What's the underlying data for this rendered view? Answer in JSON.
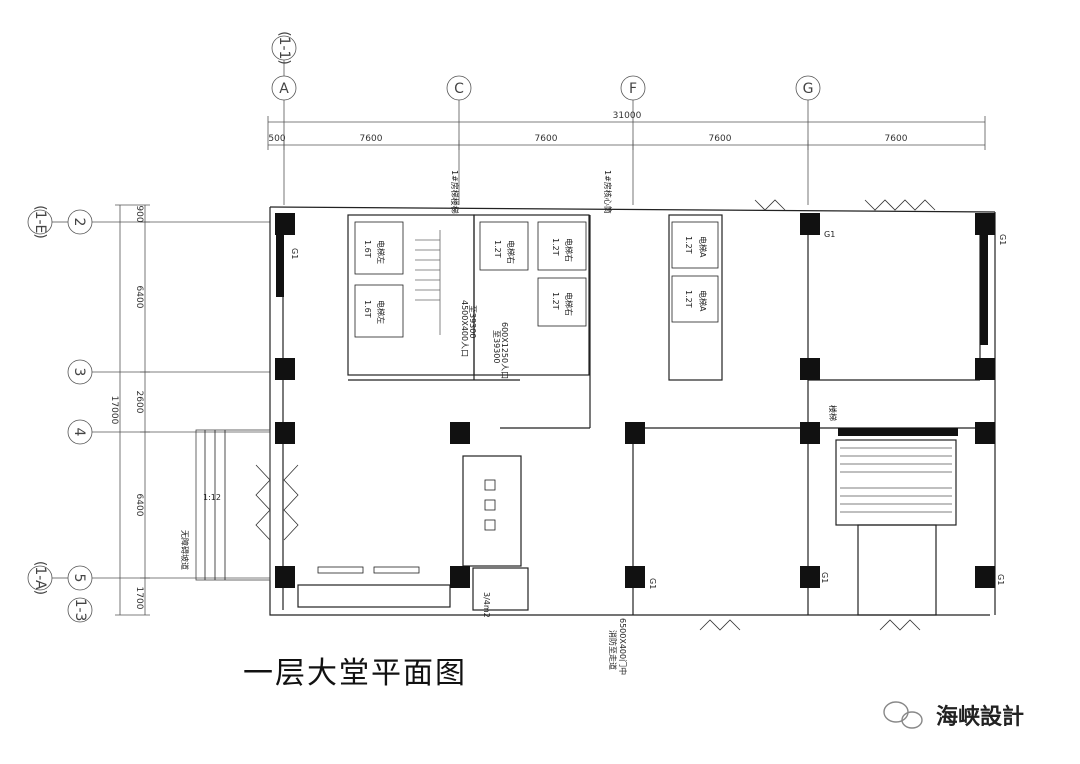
{
  "title": "一层大堂平面图",
  "watermark": "海峡設計",
  "top_grid": {
    "a_primary": "A",
    "a_secondary": "(1-1)",
    "c": "C",
    "f": "F",
    "g": "G"
  },
  "left_grid": {
    "r2": "2",
    "r2_sub": "(1-E)",
    "r3": "3",
    "r4": "4",
    "r5": "5",
    "r5_sub": "(1-A)",
    "r6": "1-3"
  },
  "top_dims": {
    "total": "31000",
    "d0": "500",
    "d1": "7600",
    "d2": "7600",
    "d3": "7600",
    "d4": "7600"
  },
  "left_dims": {
    "total": "17000",
    "d0": "900",
    "d1": "6400",
    "d2": "2600",
    "d3": "6400",
    "d4": "1700"
  },
  "labels": {
    "stair1": "1#房梯楼梯",
    "core1": "1#房核心筒",
    "elev_a": "电梯左",
    "elev_a_cap": "1.6T",
    "elev_b": "电梯左",
    "elev_b_cap": "1.6T",
    "elev_c": "电梯右",
    "elev_c_cap": "1.2T",
    "elev_d": "电梯右",
    "elev_d_cap": "1.2T",
    "elev_e": "电梯右",
    "elev_e_cap": "1.2T",
    "elev_f": "电梯A",
    "elev_f_cap": "1.2T",
    "elev_g": "电梯A",
    "elev_g_cap": "1.2T",
    "shaft1": "4500X400人口",
    "shaft1b": "至39300",
    "shaft2": "600X1250人口",
    "shaft2b": "至39300",
    "note_right": "6500X400门中",
    "note_right2": "消防至走道",
    "ramp_slope": "1:12",
    "ramp_label": "无障碍坡道",
    "stair2": "楼梯",
    "bottom_mid": "3/4m2",
    "g1": "G1"
  }
}
